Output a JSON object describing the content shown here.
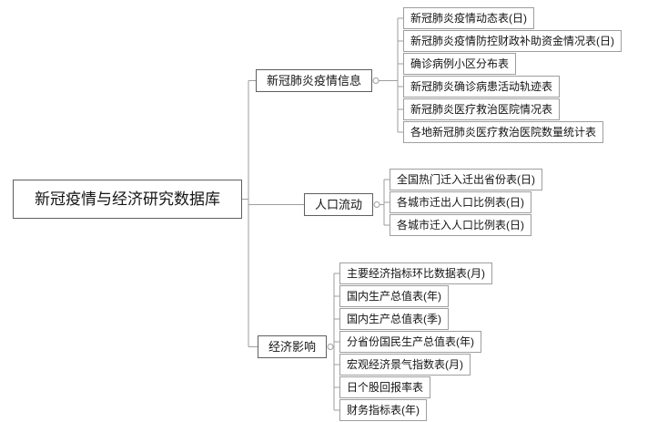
{
  "root": {
    "label": "新冠疫情与经济研究数据库"
  },
  "branches": [
    {
      "label": "新冠肺炎疫情信息",
      "leaves": [
        "新冠肺炎疫情动态表(日)",
        "新冠肺炎疫情防控财政补助资金情况表(日)",
        "确诊病例小区分布表",
        "新冠肺炎确诊病患活动轨迹表",
        "新冠肺炎医疗救治医院情况表",
        "各地新冠肺炎医疗救治医院数量统计表"
      ]
    },
    {
      "label": "人口流动",
      "leaves": [
        "全国热门迁入迁出省份表(日)",
        "各城市迁出人口比例表(日)",
        "各城市迁入人口比例表(日)"
      ]
    },
    {
      "label": "经济影响",
      "leaves": [
        "主要经济指标环比数据表(月)",
        "国内生产总值表(年)",
        "国内生产总值表(季)",
        "分省份国民生产总值表(年)",
        "宏观经济景气指数表(月)",
        "日个股回报率表",
        "财务指标表(年)"
      ]
    }
  ],
  "colors": {
    "node_border": "#5f5f5f",
    "leaf_border": "#9e9e9e",
    "connector_line": "#9e9e9e",
    "text": "#141414",
    "background": "#ffffff"
  }
}
